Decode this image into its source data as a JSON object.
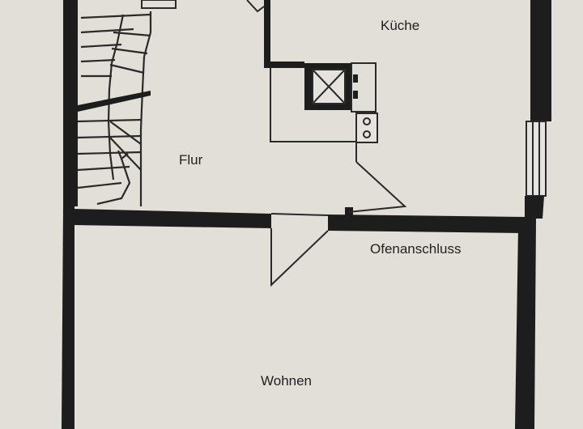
{
  "rooms": {
    "kitchen": "Küche",
    "hall": "Flur",
    "stove_connection": "Ofenanschluss",
    "living": "Wohnen"
  },
  "colors": {
    "paper": "#e6e3de",
    "wall": "#1d1d1d",
    "line": "#2a2a2a"
  }
}
